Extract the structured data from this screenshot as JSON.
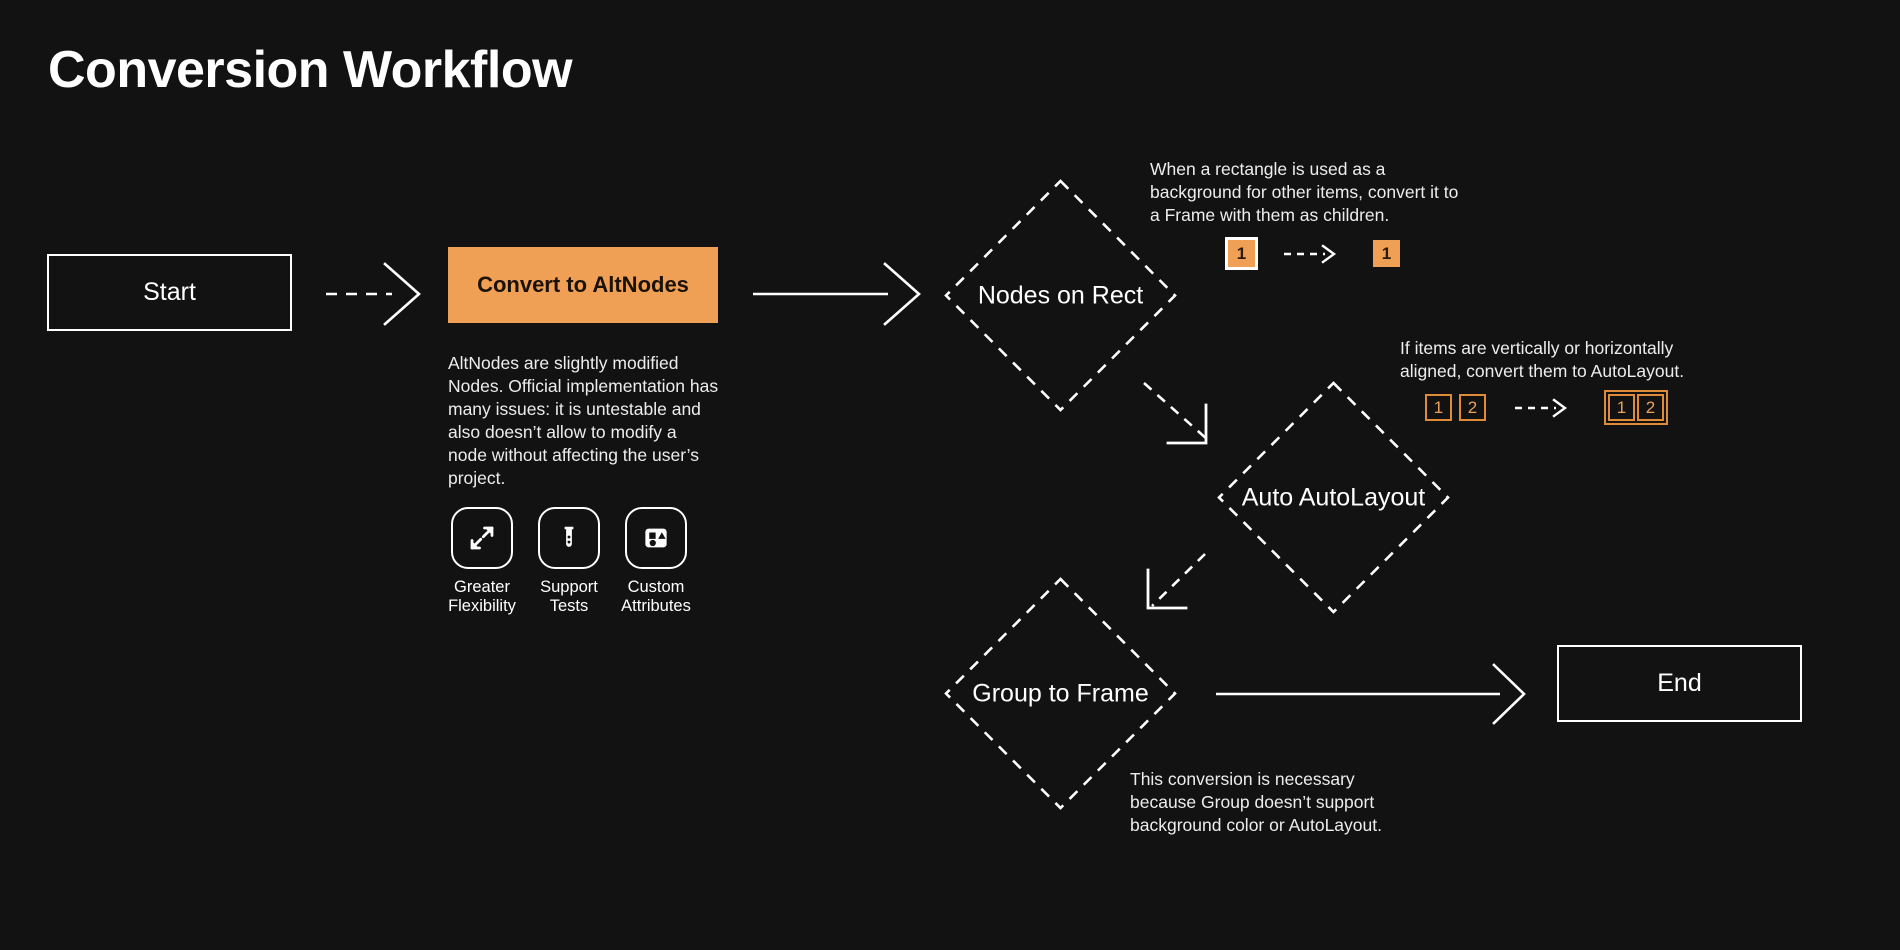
{
  "page": {
    "title": "Conversion Workflow",
    "background_color": "#121212",
    "accent_color": "#f0a054",
    "text_color": "#ffffff"
  },
  "nodes": {
    "start": {
      "label": "Start",
      "shape": "rectangle"
    },
    "convert": {
      "label": "Convert to AltNodes",
      "shape": "rectangle",
      "fill": "#f0a054",
      "description": "AltNodes are slightly modified Nodes. Official implementation has many issues: it is untestable and also doesn’t allow to modify a node without affecting the user’s project."
    },
    "nodes_on_rect": {
      "label": "Nodes on Rect",
      "shape": "diamond"
    },
    "auto_autolayout": {
      "label": "Auto AutoLayout",
      "shape": "diamond"
    },
    "group_to_frame": {
      "label": "Group to Frame",
      "shape": "diamond"
    },
    "end": {
      "label": "End",
      "shape": "rectangle"
    }
  },
  "features": [
    {
      "icon": "expand-arrows-icon",
      "line1": "Greater",
      "line2": "Flexibility"
    },
    {
      "icon": "test-tube-icon",
      "line1": "Support",
      "line2": "Tests"
    },
    {
      "icon": "shapes-attributes-icon",
      "line1": "Custom",
      "line2": "Attributes"
    }
  ],
  "annotations": {
    "nodes_on_rect": {
      "text": "When a rectangle is used as a background for other items, convert it to a Frame with them as children.",
      "before": [
        {
          "label": "1",
          "style": "filled-ring"
        }
      ],
      "after": [
        {
          "label": "1",
          "style": "filled"
        }
      ],
      "arrow": "dashed-right"
    },
    "auto_autolayout": {
      "text": "If items are vertically or horizontally aligned, convert them to AutoLayout.",
      "before": [
        {
          "label": "1",
          "style": "outline"
        },
        {
          "label": "2",
          "style": "outline"
        }
      ],
      "after": [
        {
          "label": "1",
          "style": "outline"
        },
        {
          "label": "2",
          "style": "outline"
        }
      ],
      "after_grouped": true,
      "arrow": "dashed-right"
    },
    "group_to_frame": {
      "text": "This conversion is necessary because Group doesn’t support background color or AutoLayout."
    }
  },
  "connectors": [
    {
      "from": "start",
      "to": "convert",
      "style": "dashed",
      "head": "chevron"
    },
    {
      "from": "convert",
      "to": "nodes_on_rect",
      "style": "solid",
      "head": "chevron"
    },
    {
      "from": "nodes_on_rect",
      "to": "auto_autolayout",
      "style": "dashed",
      "head": "elbow-down-right"
    },
    {
      "from": "auto_autolayout",
      "to": "group_to_frame",
      "style": "dashed",
      "head": "elbow-down-left"
    },
    {
      "from": "group_to_frame",
      "to": "end",
      "style": "solid",
      "head": "chevron"
    }
  ]
}
